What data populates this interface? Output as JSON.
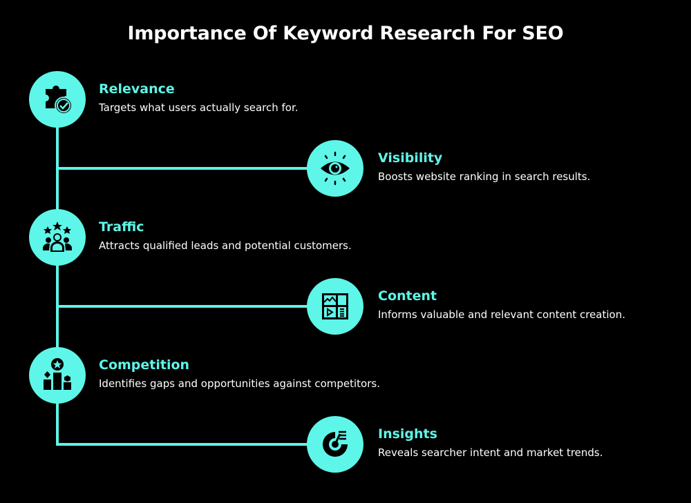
{
  "title": "Importance Of Keyword Research For SEO",
  "accent_color": "#5ef6e8",
  "background_color": "#000000",
  "items": [
    {
      "heading": "Relevance",
      "description": "Targets what users actually search for.",
      "icon": "puzzle-check-icon",
      "side": "left"
    },
    {
      "heading": "Visibility",
      "description": "Boosts website ranking in search results.",
      "icon": "eye-icon",
      "side": "right"
    },
    {
      "heading": "Traffic",
      "description": "Attracts qualified leads and potential customers.",
      "icon": "people-stars-icon",
      "side": "left"
    },
    {
      "heading": "Content",
      "description": "Informs valuable and relevant content creation.",
      "icon": "content-layout-icon",
      "side": "right"
    },
    {
      "heading": "Competition",
      "description": "Identifies gaps and opportunities against competitors.",
      "icon": "podium-star-icon",
      "side": "left"
    },
    {
      "heading": "Insights",
      "description": "Reveals searcher intent and market trends.",
      "icon": "pie-chart-insights-icon",
      "side": "right"
    }
  ]
}
